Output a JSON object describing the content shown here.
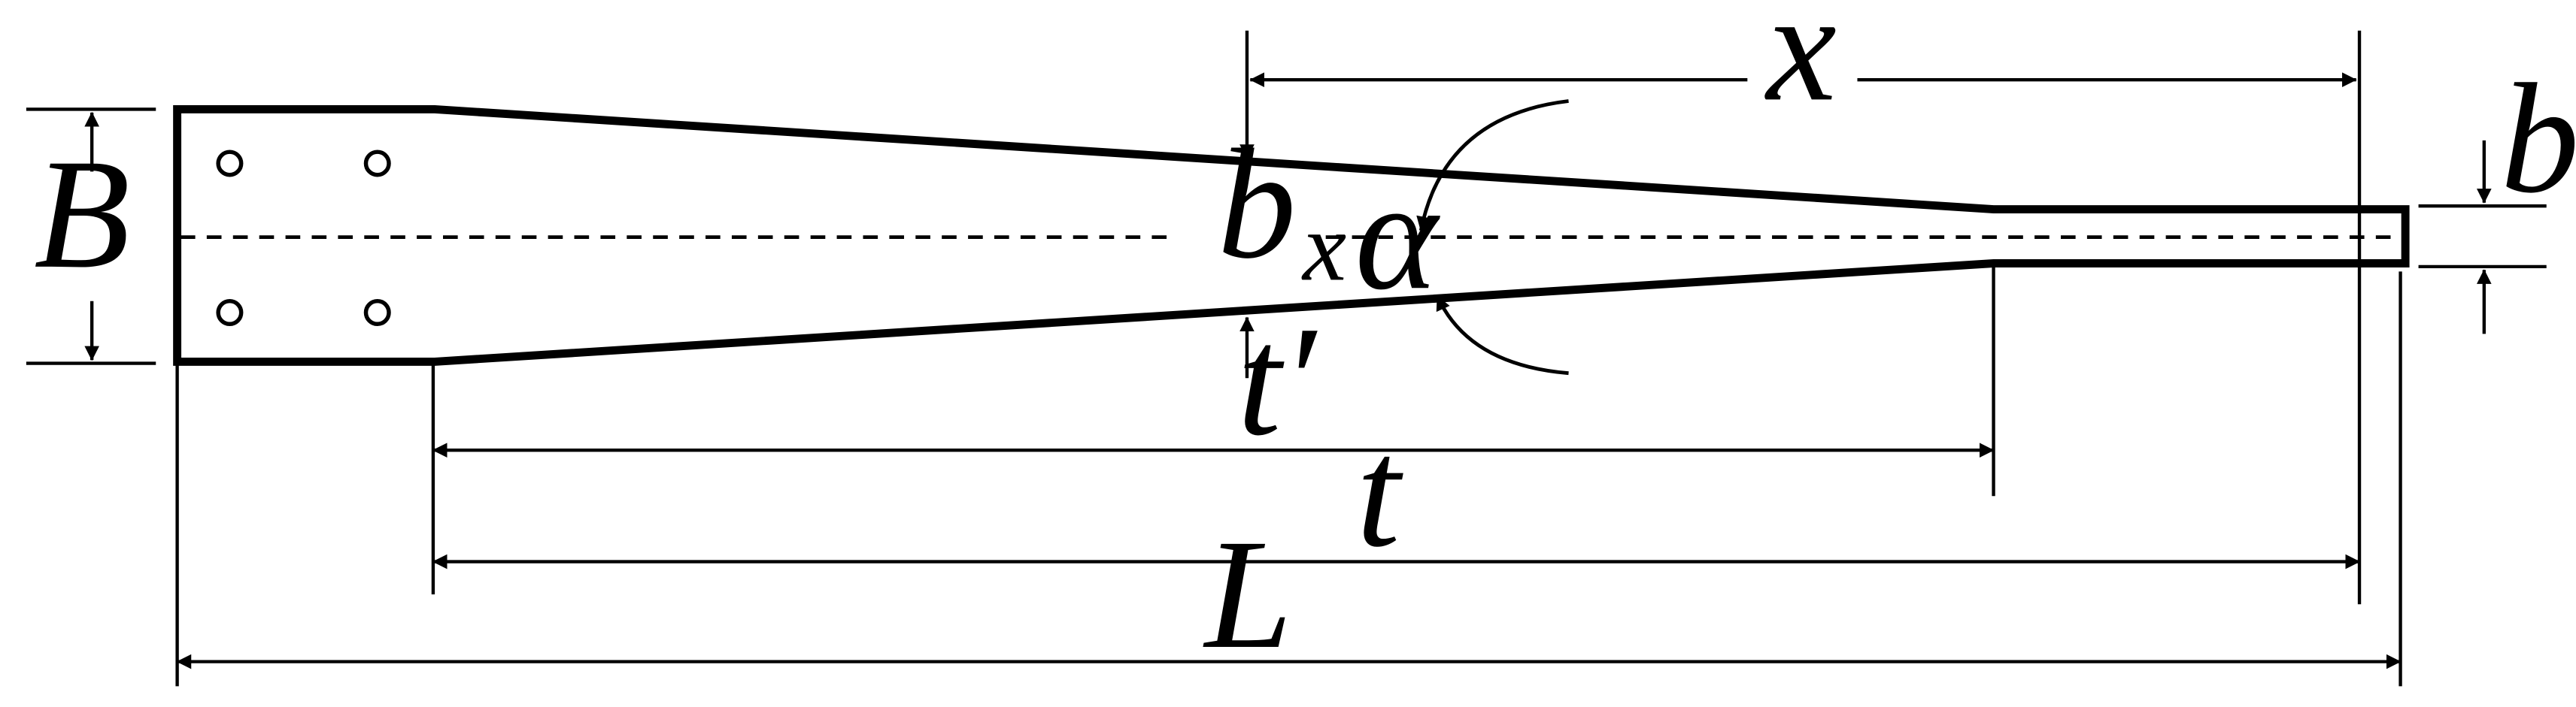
{
  "diagram": {
    "labels": {
      "B": "B",
      "b": "b",
      "x": "x",
      "b_x_main": "b",
      "b_x_sub": "x",
      "alpha": "α",
      "t_prime": "t′",
      "t": "t",
      "L": "L"
    },
    "colors": {
      "ink": "#000000",
      "background": "#ffffff"
    }
  }
}
